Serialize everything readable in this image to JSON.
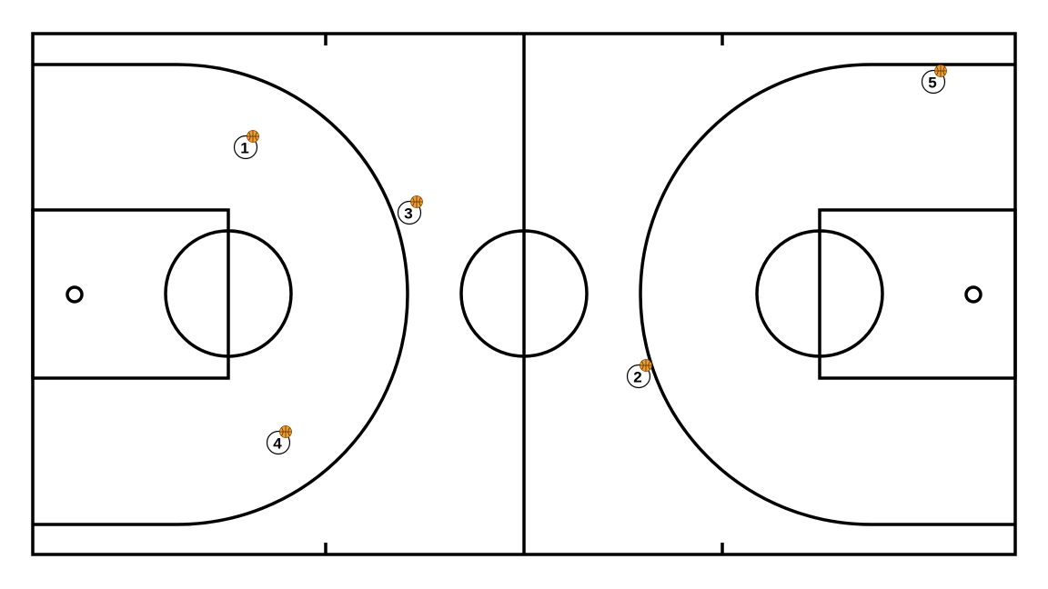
{
  "court": {
    "line_color": "#000000",
    "background_color": "#ffffff"
  },
  "ball": {
    "icon": "basketball-icon",
    "color": "#f0a030"
  },
  "players": [
    {
      "number": "1",
      "has_ball": true
    },
    {
      "number": "2",
      "has_ball": true
    },
    {
      "number": "3",
      "has_ball": true
    },
    {
      "number": "4",
      "has_ball": true
    },
    {
      "number": "5",
      "has_ball": true
    }
  ]
}
